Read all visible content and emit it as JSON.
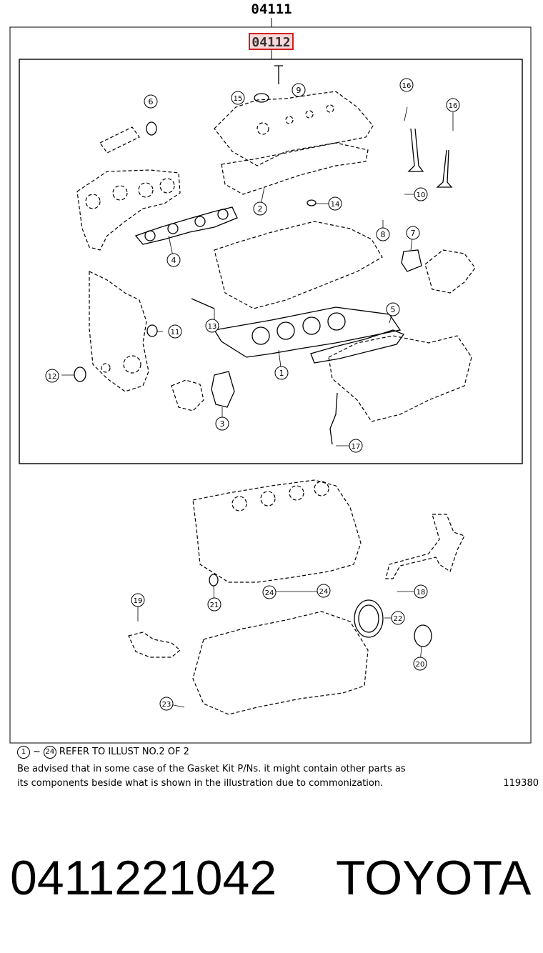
{
  "diagram": {
    "kit_number": "04111",
    "highlighted_kit_number": "04112",
    "callouts": [
      "6",
      "15",
      "9",
      "16",
      "16",
      "2",
      "10",
      "14",
      "8",
      "7",
      "4",
      "5",
      "11",
      "13",
      "12",
      "1",
      "3",
      "17",
      "19",
      "24",
      "24",
      "18",
      "21",
      "22",
      "20",
      "23"
    ]
  },
  "notes": {
    "ref_start": "1",
    "ref_tilde": "~",
    "ref_end": "24",
    "ref_text": "REFER TO ILLUST NO.2 OF 2",
    "advice_line1": "Be advised that in some case of the Gasket Kit P/Ns.  it might contain other parts as",
    "advice_line2": "its components beside what is shown in the illustration due to commonization.",
    "illustration_number": "119380"
  },
  "footer": {
    "part_number": "0411221042",
    "brand": "TOYOTA"
  }
}
